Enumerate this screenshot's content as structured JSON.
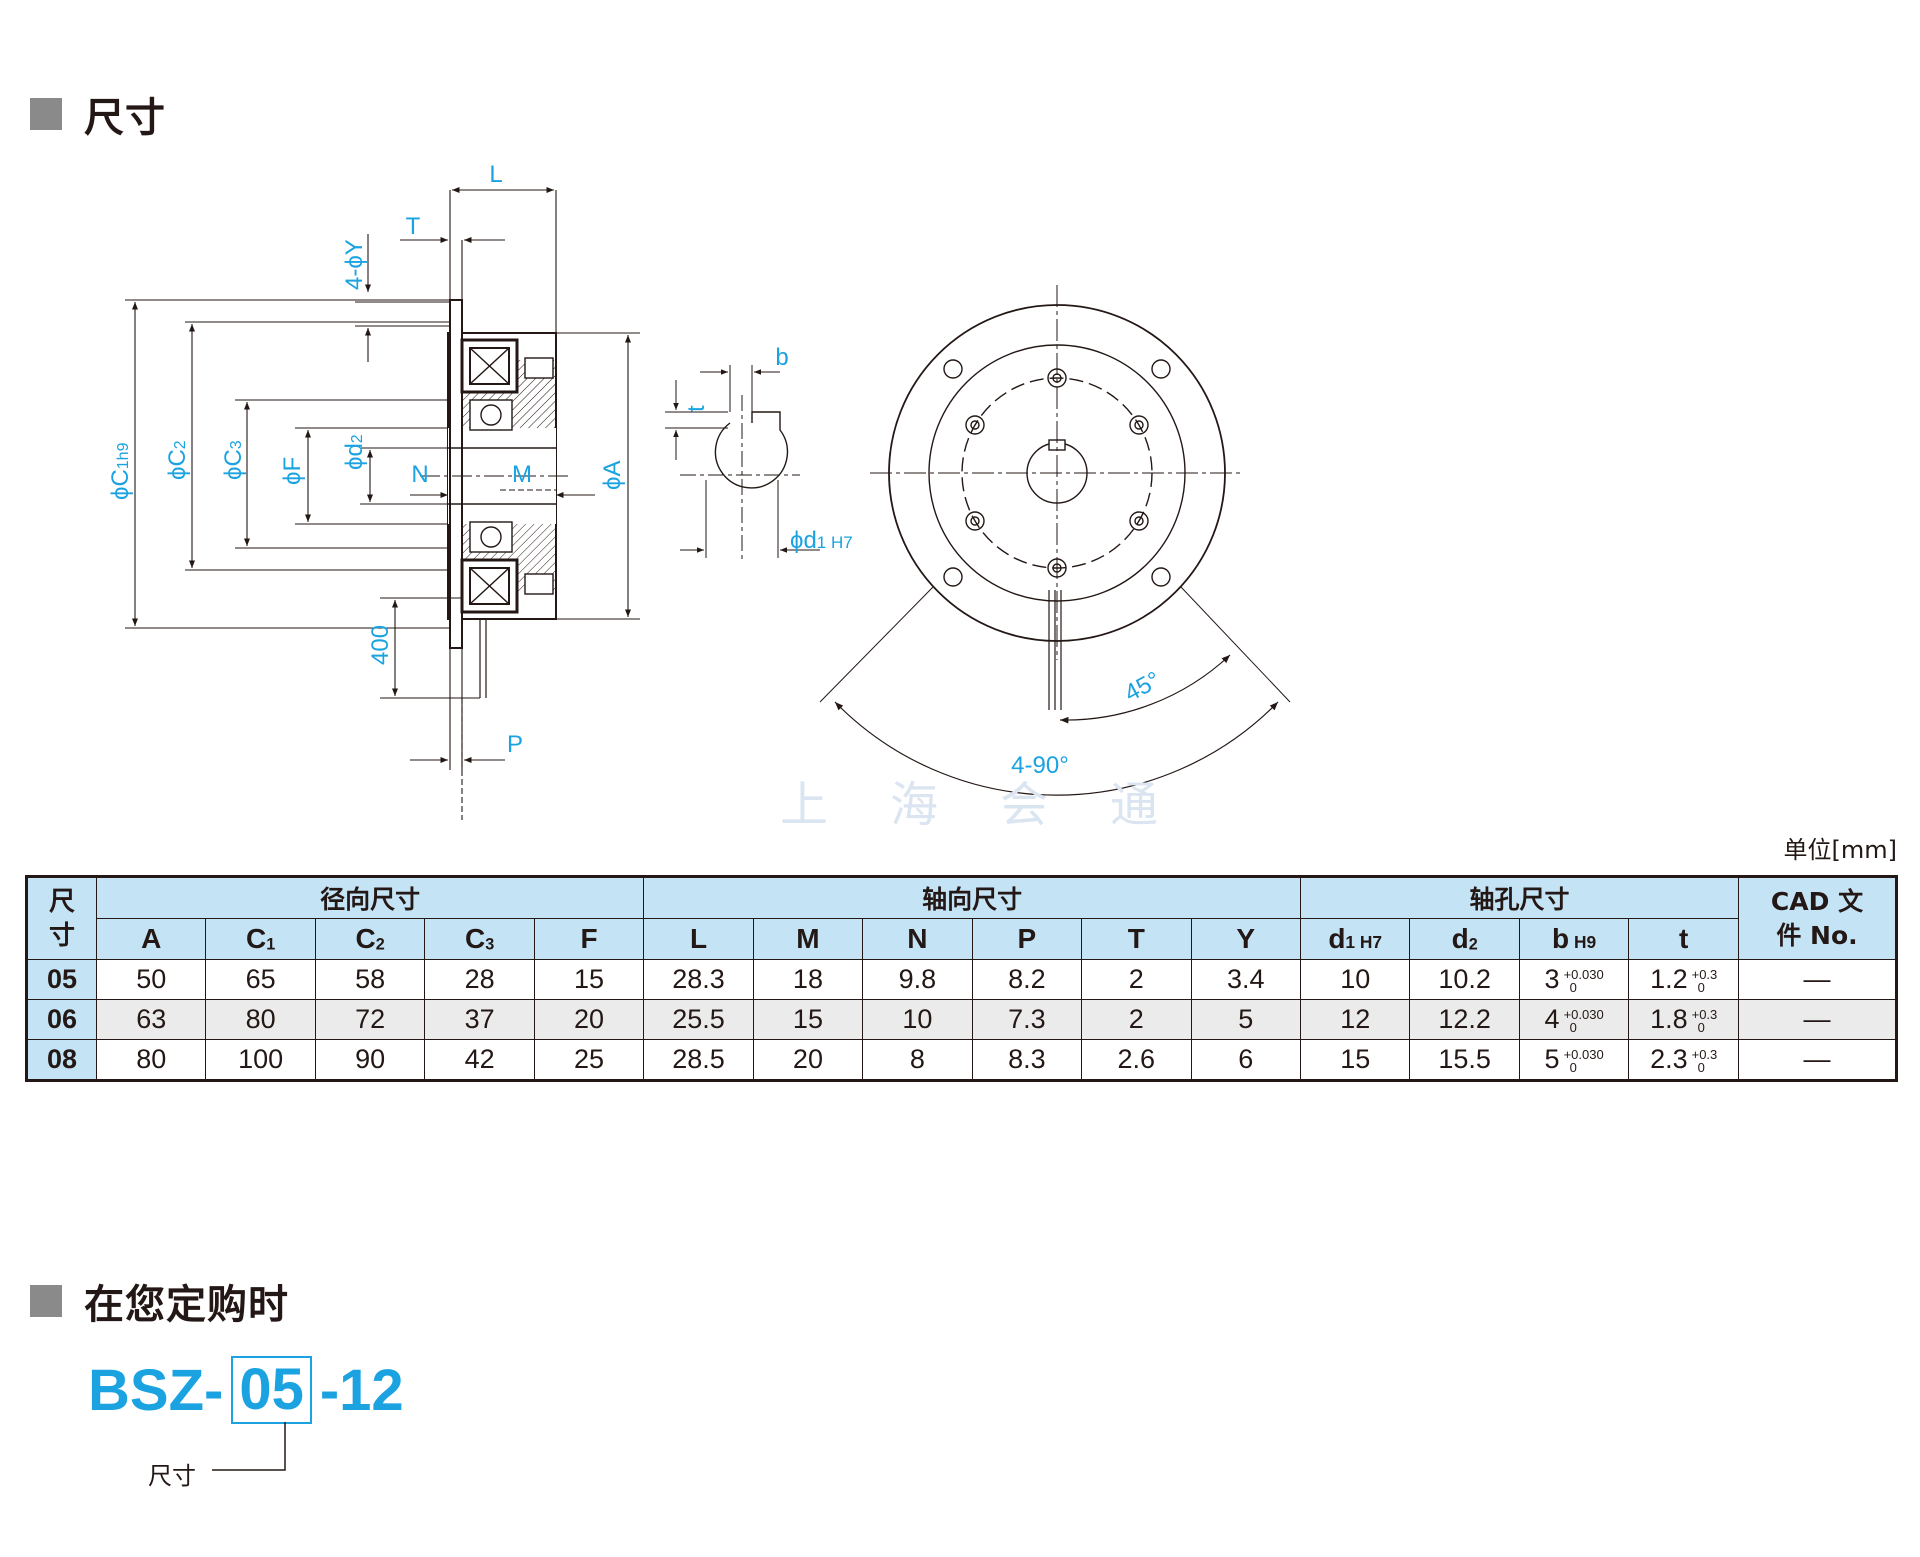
{
  "sections": {
    "dimensions": "尺寸",
    "ordering": "在您定购时"
  },
  "drawing": {
    "L": "L",
    "T": "T",
    "Y": "4-ϕY",
    "C1": "ϕC",
    "C1sub": "1h9",
    "C2": "ϕC",
    "C2sub": "2",
    "C3": "ϕC",
    "C3sub": "3",
    "F": "ϕF",
    "d2": "ϕd",
    "d2sub": "2",
    "N": "N",
    "M": "M",
    "A": "ϕA",
    "len400": "400",
    "P": "P",
    "b": "b",
    "t": "t",
    "d1": "ϕd",
    "d1sub": "1 H7",
    "deg45": "45°",
    "deg490": "4-90°"
  },
  "watermark": "上海会通",
  "unit": "单位[mm]",
  "table": {
    "groups": {
      "size": "尺寸",
      "radial": "径向尺寸",
      "axial": "轴向尺寸",
      "bore": "轴孔尺寸",
      "cad": "CAD 文件 No."
    },
    "columns": [
      "A",
      "C",
      "C",
      "C",
      "F",
      "L",
      "M",
      "N",
      "P",
      "T",
      "Y",
      "d",
      "d",
      "b",
      "t"
    ],
    "column_subs": [
      "",
      "1",
      "2",
      "3",
      "",
      "",
      "",
      "",
      "",
      "",
      "",
      "1 H7",
      "2",
      " H9",
      ""
    ],
    "rows": [
      {
        "size": "05",
        "A": "50",
        "C1": "65",
        "C2": "58",
        "C3": "28",
        "F": "15",
        "L": "28.3",
        "M": "18",
        "N": "9.8",
        "P": "8.2",
        "T": "2",
        "Y": "3.4",
        "d1": "10",
        "d2": "10.2",
        "b": "3",
        "b_tol_up": "+0.030",
        "b_tol_lo": "0",
        "t": "1.2",
        "t_tol_up": "+0.3",
        "t_tol_lo": "0",
        "cad": "—"
      },
      {
        "size": "06",
        "A": "63",
        "C1": "80",
        "C2": "72",
        "C3": "37",
        "F": "20",
        "L": "25.5",
        "M": "15",
        "N": "10",
        "P": "7.3",
        "T": "2",
        "Y": "5",
        "d1": "12",
        "d2": "12.2",
        "b": "4",
        "b_tol_up": "+0.030",
        "b_tol_lo": "0",
        "t": "1.8",
        "t_tol_up": "+0.3",
        "t_tol_lo": "0",
        "cad": "—"
      },
      {
        "size": "08",
        "A": "80",
        "C1": "100",
        "C2": "90",
        "C3": "42",
        "F": "25",
        "L": "28.5",
        "M": "20",
        "N": "8",
        "P": "8.3",
        "T": "2.6",
        "Y": "6",
        "d1": "15",
        "d2": "15.5",
        "b": "5",
        "b_tol_up": "+0.030",
        "b_tol_lo": "0",
        "t": "2.3",
        "t_tol_up": "+0.3",
        "t_tol_lo": "0",
        "cad": "—"
      }
    ]
  },
  "order": {
    "prefix": "BSZ-",
    "size": "05",
    "suffix": "-12",
    "size_label": "尺寸"
  },
  "colors": {
    "accent_blue": "#1aa3e0",
    "header_fill": "#c4e4f6",
    "alt_row": "#ebebeb",
    "section_square": "#8a8a8a"
  }
}
